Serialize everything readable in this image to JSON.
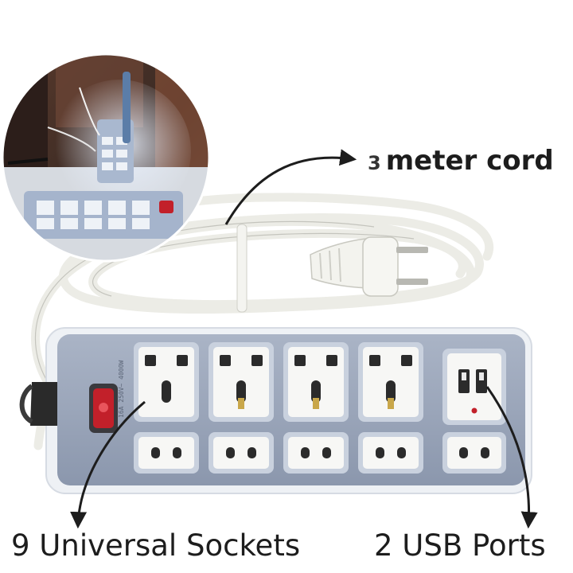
{
  "labels": {
    "cord_number": "3",
    "cord_text": "meter cord",
    "sockets": "9 Universal Sockets",
    "usb": "2 USB Ports"
  },
  "colors": {
    "strip_body": "#9aa6bb",
    "strip_border": "#f2f4f7",
    "socket_face": "#f7f7f5",
    "socket_frame": "#c9d1de",
    "cable": "#ecece6",
    "switch_red": "#c2202a",
    "arrow": "#1d1d1d"
  },
  "icons": [
    "power-switch-icon",
    "usb-port-icon",
    "indicator-led-icon",
    "plug-icon",
    "arrow-icon"
  ]
}
